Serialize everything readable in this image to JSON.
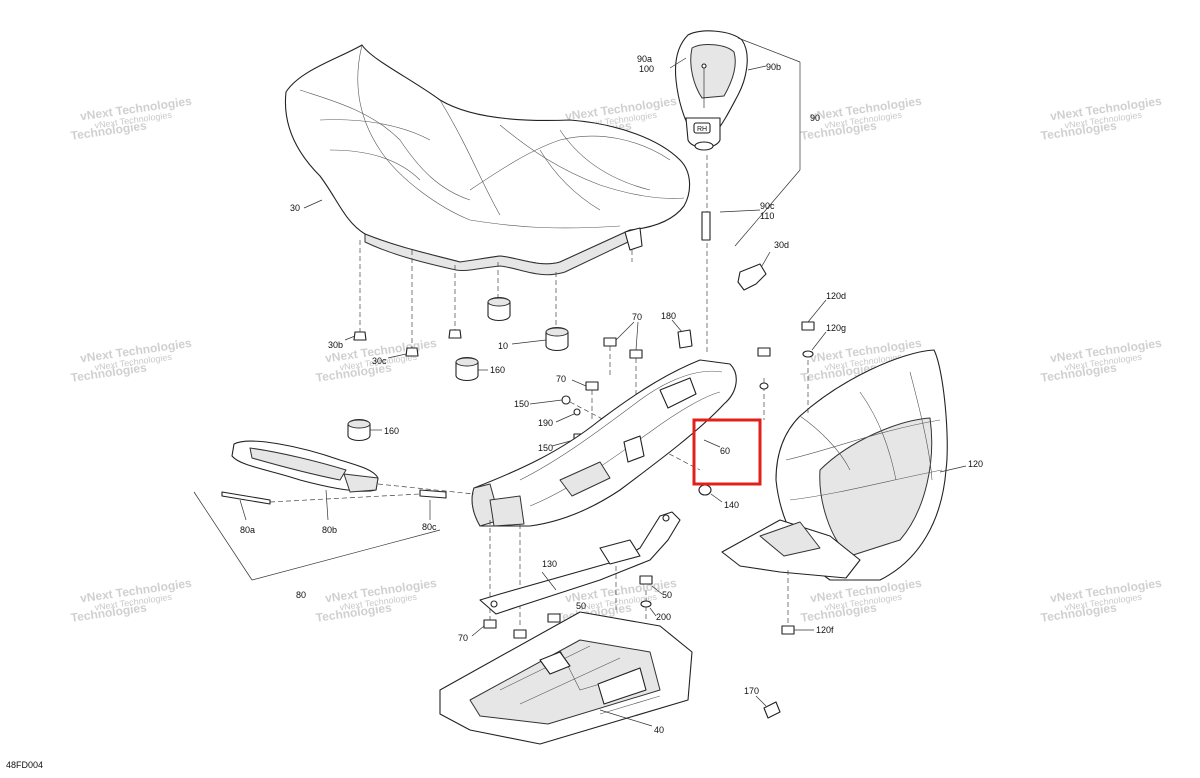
{
  "figure_code": "48FD004",
  "watermark": {
    "line1": "vNext Technologies",
    "line2": "Technologies"
  },
  "callouts": {
    "c30": "30",
    "c30b": "30b",
    "c30c": "30c",
    "c30d": "30d",
    "c90": "90",
    "c90a": "90a",
    "c90b": "90b",
    "c90c": "90c",
    "c100": "100",
    "c110": "110",
    "c10": "10",
    "c160a": "160",
    "c160b": "160",
    "c70a": "70",
    "c70b": "70",
    "c70c": "70",
    "c180": "180",
    "c150a": "150",
    "c150b": "150",
    "c190": "190",
    "c60": "60",
    "c140": "140",
    "c120": "120",
    "c120d": "120d",
    "c120f": "120f",
    "c120g": "120g",
    "c80": "80",
    "c80a": "80a",
    "c80b": "80b",
    "c80c": "80c",
    "c130": "130",
    "c50a": "50",
    "c50b": "50",
    "c200": "200",
    "c40": "40",
    "c170": "170"
  },
  "highlight": {
    "target": "60",
    "color": "#e0201b"
  },
  "backrest_tag": "RH"
}
